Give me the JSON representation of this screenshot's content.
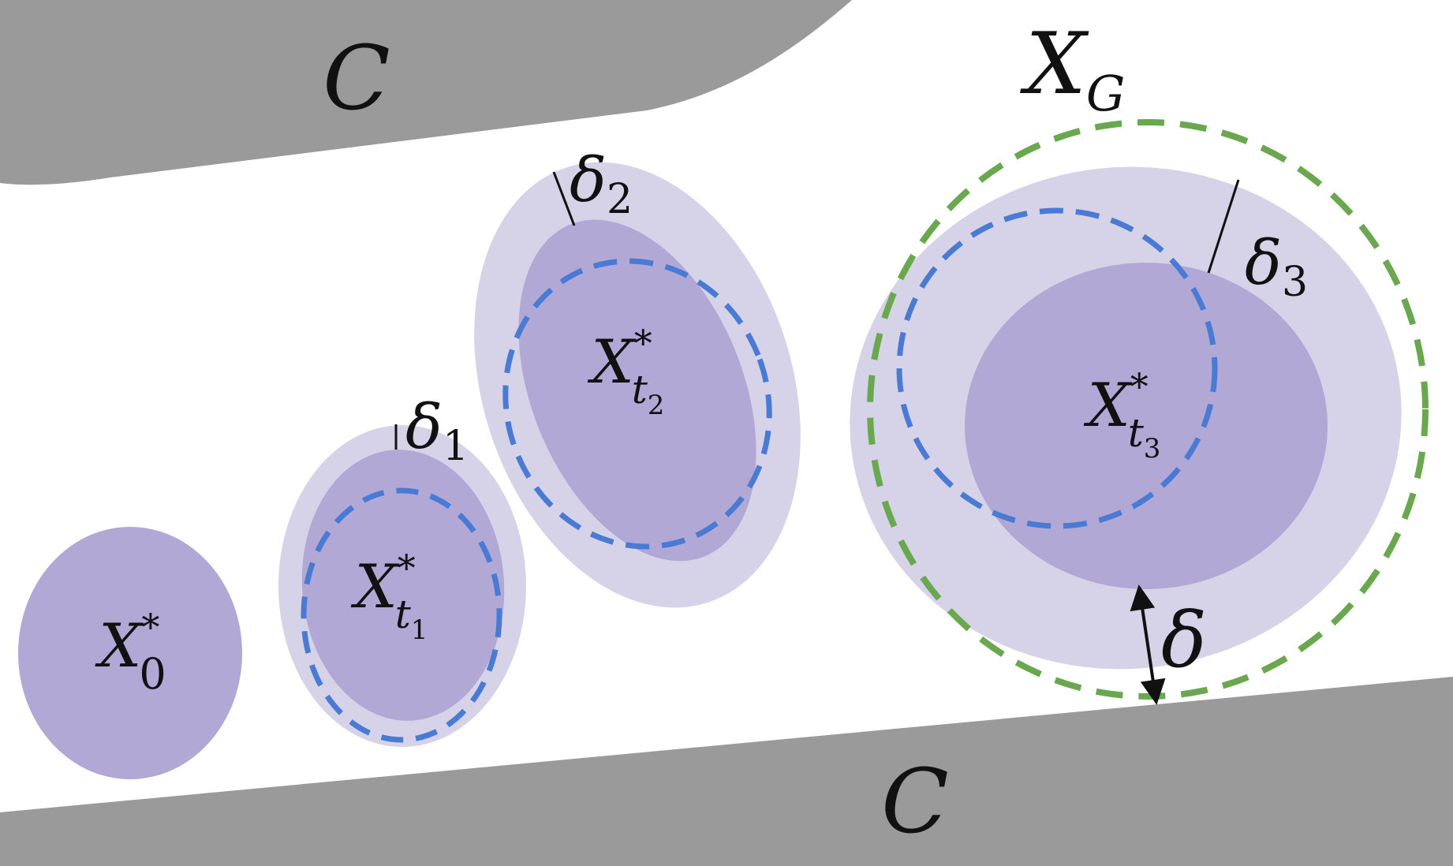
{
  "obstacle": {
    "label": "C",
    "color": "#9a9a9a"
  },
  "goal_region": {
    "label": "X",
    "subscript": "G",
    "color": "#6aa84f"
  },
  "colors": {
    "set_fill": "#b1a8d5",
    "margin_fill": "#d6d2e8",
    "inner_dashed": "#4a7bd4",
    "text": "#111111"
  },
  "sets": {
    "x0": {
      "base": "X",
      "sup": "*",
      "sub": "0"
    },
    "xt1": {
      "base": "X",
      "sup": "*",
      "sub": "t",
      "subsub": "1",
      "margin_label": "δ",
      "margin_sub": "1"
    },
    "xt2": {
      "base": "X",
      "sup": "*",
      "sub": "t",
      "subsub": "2",
      "margin_label": "δ",
      "margin_sub": "2"
    },
    "xt3": {
      "base": "X",
      "sup": "*",
      "sub": "t",
      "subsub": "3",
      "margin_label": "δ",
      "margin_sub": "3"
    }
  },
  "clearance": {
    "label": "δ"
  }
}
